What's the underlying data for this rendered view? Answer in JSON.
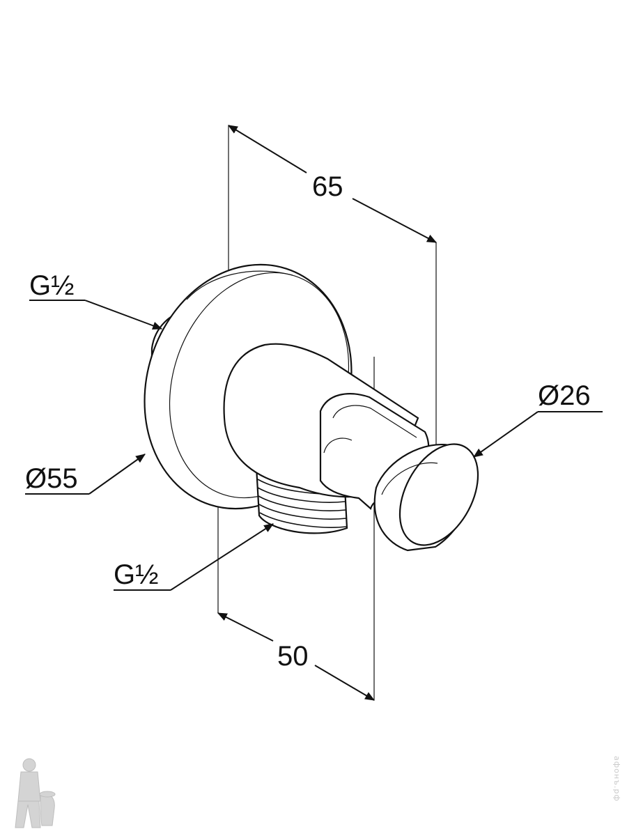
{
  "dimensions": {
    "top_length": "65",
    "bottom_length": "50",
    "thread_back": "G½",
    "thread_bottom": "G½",
    "flange_diameter": "Ø55",
    "holder_diameter": "Ø26"
  },
  "watermark": {
    "text": "афонъ.рф",
    "logo_icon": "plumber-logo-icon"
  }
}
